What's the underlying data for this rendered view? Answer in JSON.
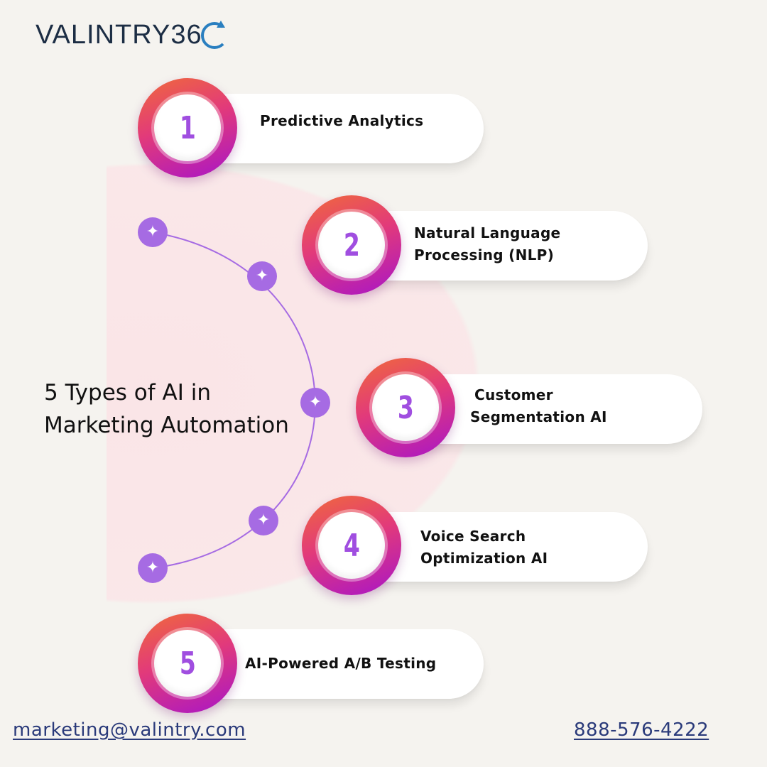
{
  "brand": {
    "logo_text": "VALINTRY36"
  },
  "headline": {
    "line1": "5 Types of AI in",
    "line2": "Marketing Automation"
  },
  "items": [
    {
      "number": "1",
      "label_line1": "Predictive Analytics",
      "label_line2": ""
    },
    {
      "number": "2",
      "label_line1": "Natural Language",
      "label_line2": "Processing (NLP)"
    },
    {
      "number": "3",
      "label_line1": "Customer",
      "label_line2": "Segmentation AI"
    },
    {
      "number": "4",
      "label_line1": "Voice Search",
      "label_line2": "Optimization AI"
    },
    {
      "number": "5",
      "label_line1": "AI-Powered A/B Testing",
      "label_line2": ""
    }
  ],
  "contact": {
    "email": "marketing@valintry.com",
    "phone": "888-576-4222"
  },
  "decor": {
    "star_glyph": "✦",
    "star_count": 5
  },
  "colors": {
    "background": "#f5f3ef",
    "accent_purple": "#a66be3",
    "badge_gradient_start": "#f06a3a",
    "badge_gradient_end": "#a815c8",
    "number_color": "#a04ee0",
    "link_color": "#2a3a7a",
    "logo_navy": "#1c2d44",
    "logo_blue": "#2a7fc0"
  }
}
